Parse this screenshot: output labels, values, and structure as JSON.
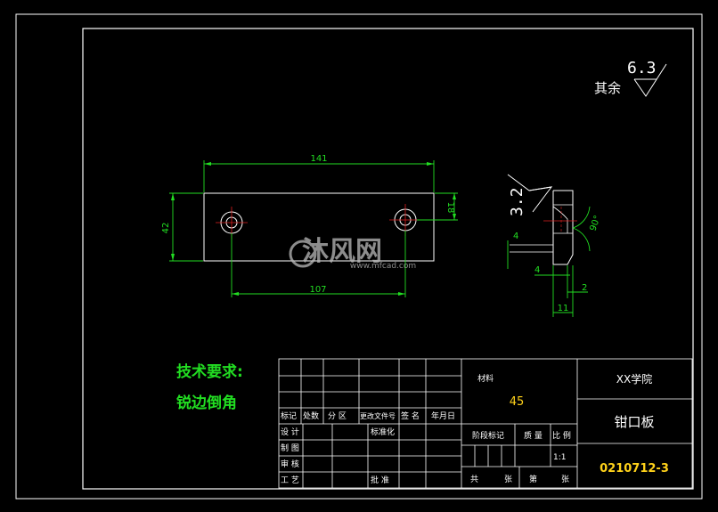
{
  "roughness": {
    "rest_label": "其余",
    "rest_value": "6.3",
    "local_value": "3.2"
  },
  "dimensions": {
    "length": "141",
    "height": "42",
    "hole_distance": "107",
    "hole_offset": "18",
    "angle": "90°",
    "chamfer_a": "4",
    "chamfer_b": "4",
    "thickness": "11",
    "step": "2"
  },
  "watermark": {
    "name": "沐风网",
    "url": "www.mfcad.com"
  },
  "requirements": {
    "title": "技术要求:",
    "item": "锐边倒角"
  },
  "title_block": {
    "material_label": "材料",
    "material_value": "45",
    "school": "XX学院",
    "part_name": "钳口板",
    "drawing_no": "0210712-3",
    "scale_value": "1:1",
    "row_headers": [
      "标记",
      "处数",
      "分 区",
      "更改文件号",
      "签 名",
      "年月日"
    ],
    "design": "设 计",
    "standardize": "标准化",
    "drafting": "制 图",
    "check": "审 核",
    "process": "工 艺",
    "approve": "批 准",
    "stage_mark": "阶段标记",
    "mass": "质 量",
    "scale_label": "比 例",
    "total": "共",
    "sheets_1": "张",
    "page": "第",
    "sheets_2": "张"
  }
}
